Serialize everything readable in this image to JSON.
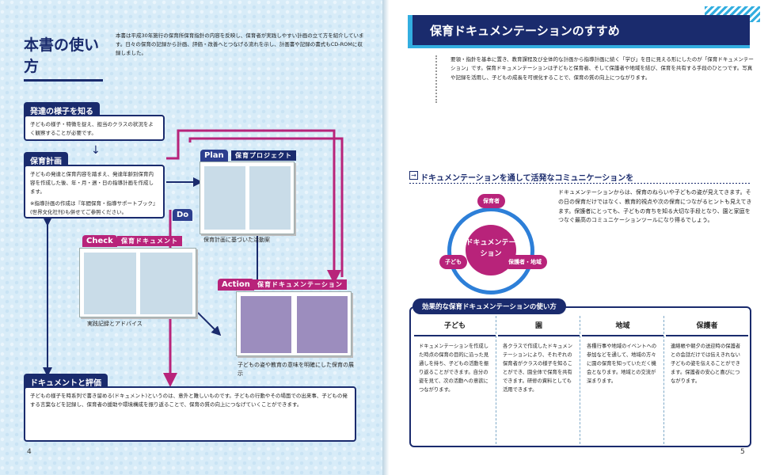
{
  "left_page": {
    "title": "本書の使い方",
    "intro": "本書は平成30年施行の保育所保育指針の内容を反映し、保育者が実践しやすい計画の立て方を紹介しています。日々の保育の記録から計画、評価・改善へとつなげる流れを示し、計画書や記録の書式もCD-ROMに収録しました。",
    "sections": [
      {
        "tab": "発達の様子を知る",
        "text": "子どもの様子・特徴を捉え、担当のクラスの状況をよく観察することが必要です。"
      },
      {
        "tab": "保育計画",
        "text": "子どもの発達と保育内容を踏まえ、発達年齢別保育内容を作成した後、年・月・週・日の指導計画を作成します。",
        "note": "※指導計画の作成は『年間保育・指導サポートブック』(世界文化社刊)も併せてご参照ください。"
      },
      {
        "tab": "ドキュメントと評価",
        "text": "子どもの様子を時系列で書き留める(ドキュメント)というのは、意外と難しいものです。子どもの行動やその場面での出来事、子どもの発する言葉などを記録し、保育者の援助や環境構成を振り返ることで、保育の質の向上につなげていくことができます。"
      }
    ],
    "phases": {
      "plan": "Plan",
      "plan_sub": "保育プロジェクト",
      "do": "Do",
      "check": "Check",
      "check_sub": "保育ドキュメント",
      "action": "Action",
      "action_sub": "保育ドキュメンテーション"
    },
    "captions": {
      "plan": "保育計画に基づいた活動案",
      "check": "実践記録とアドバイス",
      "action": "子どもの姿や教育の意味を明確にした保育の展示"
    },
    "page_number": "4"
  },
  "right_page": {
    "title": "保育ドキュメンテーションのすすめ",
    "intro": "要領・指針を基本に置き、教育課程及び全体的な計画から指導計画に続く「学び」を目に見える形にしたのが「保育ドキュメンテーション」です。保育ドキュメンテーションは子どもと保育者、そして保護者や地域を結び、保育を共有する手段のひとつです。写真や記録を活用し、子どもの成長を可視化することで、保育の質の向上につながります。",
    "subheading": "ドキュメンテーションを通して活発なコミュニケーションを",
    "paragraph": "ドキュメンテーションからは、保育のねらいや子どもの姿が見えてきます。その日の保育だけではなく、教育的視点や次の保育につながるヒントも見えてきます。保護者にとっても、子どもの育ちを知る大切な手段となり、園と家庭をつなぐ最高のコミュニケーションツールになり得るでしょう。",
    "circle": {
      "center": "ドキュメンテーション",
      "nodes": [
        "保育者",
        "子ども",
        "保護者・地域"
      ]
    },
    "table_title": "効果的な保育ドキュメンテーションの使い方",
    "columns": [
      {
        "head": "子ども",
        "body": "ドキュメンテーションを作成した時点の保育の目的に沿った見通しを持ち、子どもの活動を振り返ることができます。自分の姿を見て、次の活動への意欲につながります。"
      },
      {
        "head": "園",
        "body": "各クラスで作成したドキュメンテーションにより、それぞれの保育者がクラスの様子を知ることができ、園全体で保育を共有できます。研修の資料としても活用できます。"
      },
      {
        "head": "地域",
        "body": "各種行事や地域のイベントへの参加などを通して、地域の方々に園の保育を知っていただく機会となります。地域との交流が深まります。"
      },
      {
        "head": "保護者",
        "body": "連絡帳や朝夕の送迎時の保護者との会話だけでは伝えきれない子どもの姿を伝えることができます。保護者の安心と喜びにつながります。"
      }
    ],
    "page_number": "5"
  }
}
